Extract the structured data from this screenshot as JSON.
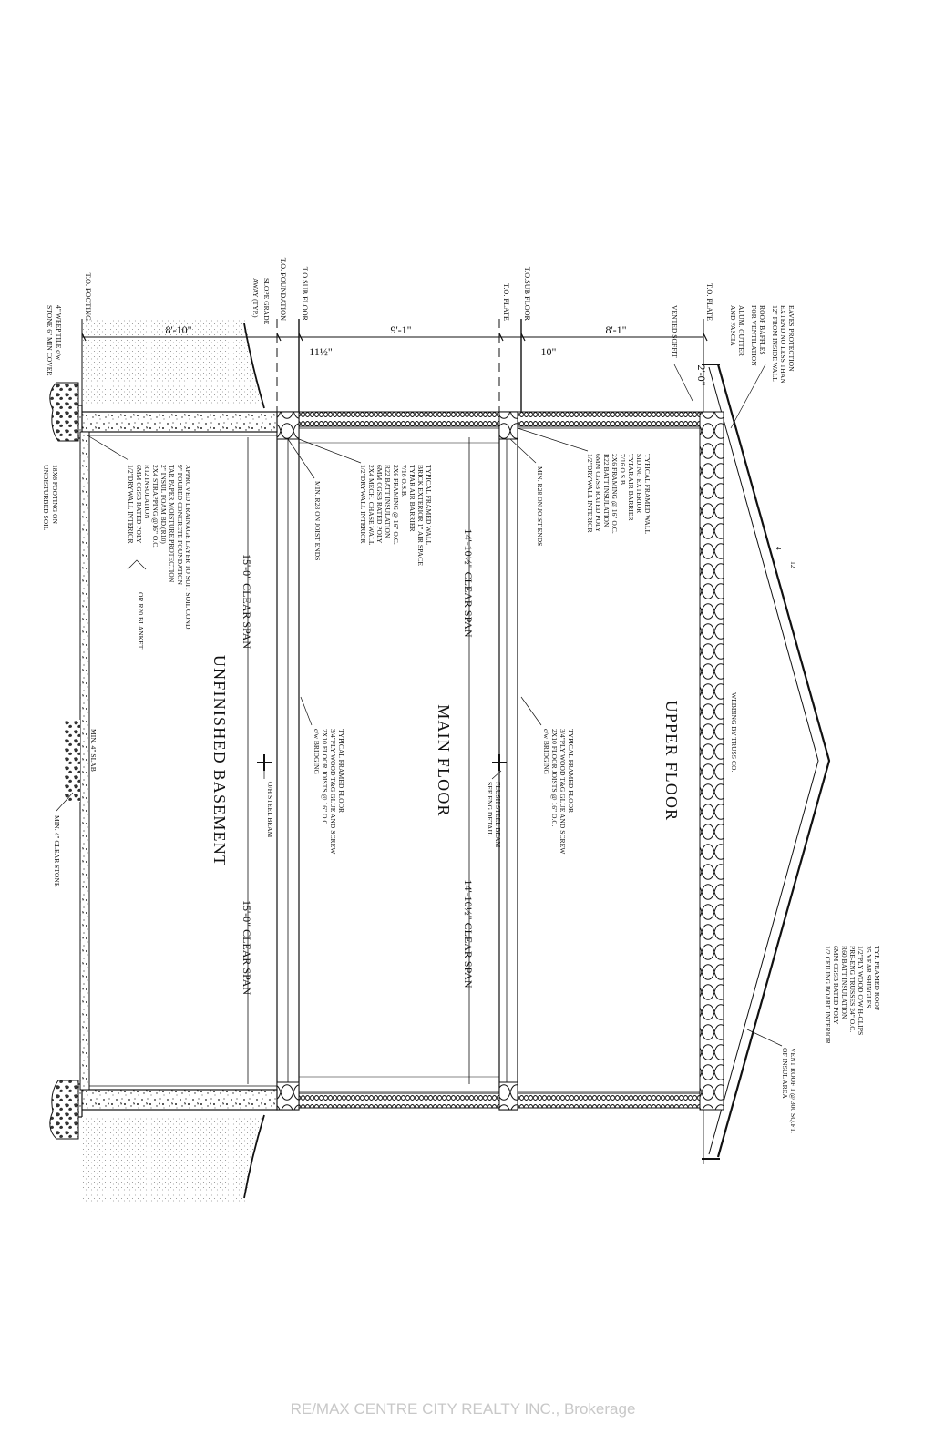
{
  "rooms": {
    "upper": "UPPER FLOOR",
    "main": "MAIN FLOOR",
    "basement": "UNFINISHED BASEMENT"
  },
  "levels": {
    "plate_top": "T.O. PLATE",
    "subfloor_upper": "T.O.SUB FLOOR",
    "plate_main": "T.O. PLATE",
    "subfloor_main": "T.O.SUB FLOOR",
    "foundation": "T.O. FOUNDATION",
    "footing": "T.O. FOOTING"
  },
  "dimensions": {
    "upper_height": "8'-1\"",
    "joist_upper": "10\"",
    "main_height": "9'-1\"",
    "joist_main": "11½\"",
    "basement_height": "8'-10\"",
    "overhang": "2'-0\"",
    "main_span_left": "14'-10½\" CLEAR SPAN",
    "main_span_right": "14'-10½\" CLEAR SPAN",
    "base_span_left": "15'-0\" CLEAR SPAN",
    "base_span_right": "15'-0\" CLEAR SPAN",
    "pitch_rise": "4",
    "pitch_run": "12"
  },
  "notes": {
    "eaves": [
      "EAVES PROTECTION",
      "EXTEND NO LESS THAN",
      "12\" FROM INSIDE WALL"
    ],
    "baffles": [
      "ROOF BAFFLES",
      "FOR VENTILATION"
    ],
    "gutter": [
      "ALUM. GUTTER",
      "AND FASCIA"
    ],
    "soffit": "VENTED SOFFIT",
    "upper_wall": [
      "TYPICAL FRAMED WALL",
      "SIDING EXTERIOR",
      "TYPAR AIR BARRIER",
      "7/16 O.S.B.",
      "2X6 FRAMING @ 16\" O.C.",
      "R22 BATT INSULATION",
      "6MM CGSB RATED POLY",
      "1/2\"DRYWALL INTERIOR"
    ],
    "r28_upper": "MIN. R28 ON JOIST ENDS",
    "main_wall": [
      "TYPICAL FRAMED WALL",
      "BRICK EXTERIOR 1\" AIR SPACE",
      "TYPAR AIR BARRIER",
      "7/16 O.S.B.",
      "2X6 FRAMING @ 16\" O.C.",
      "R22 BATT INSULATION",
      "6MM CGSB RATED POLY",
      "2X4 MECH. CHASE WALL",
      "1/2\"DRYWALL INTERIOR"
    ],
    "r28_main": "MIN. R28 ON JOIST ENDS",
    "foundation": [
      "APPROVED DRAINAGE LAYER TO SUIT SOIL COND.",
      "9\" POURED CONCRETE FOUNDATION",
      "TAR PAPER MOISTURE PROTECTION",
      "2\" INSUL FOAM BD.(R10)",
      "2X4 STRAPPING @16\" O.C.",
      "R12 INSULATION",
      "6MM CGSB RATED POLY",
      "1/2\"DRYWALL INTERIOR"
    ],
    "r20": "OR R20 BLANKET",
    "slope": [
      "SLOPE GRADE",
      "AWAY (TYP.)"
    ],
    "weep": [
      "4\" WEEP TILE c/w",
      "STONE 6\" MIN COVER"
    ],
    "footing": [
      "18X6 FOOTING ON",
      "UNDISTURBED SOIL"
    ],
    "truss": "WEBBING BY TRUSS CO.",
    "upper_floor": [
      "TYPICAL FRAMED FLOOR",
      "3/4\"PLY WOOD T&G GLUE AND SCREW",
      "2X10 FLOOR JOISTS @ 16\" O.C.",
      "c/w BRIDGING"
    ],
    "beam_flush": [
      "FLUSH STEEL BEAM",
      "SEE ENG DETAIL"
    ],
    "main_floor": [
      "TYPICAL FRAMED FLOOR",
      "3/4\"PLY WOOD T&G GLUE AND SCREW",
      "2X10 FLOOR JOISTS @ 16\" O.C.",
      "c/w BRIDGING"
    ],
    "steel_beam": "O/H STEEL BEAM",
    "slab": "MIN. 4\" SLAB",
    "clear_stone": "MIN. 4\" CLEAR STONE",
    "roof": [
      "TYP. FRAMED ROOF",
      "35 YEAR SHINGLES",
      "1/2\"PLY WOOD C/W H-CLIPS",
      "PRE-ENG TRUSSES 24\" O.C.",
      "R60 BATT INSULATION",
      "6MM CGSB RATED POLY",
      "1/2 CEILING BOARD INTERIOR"
    ],
    "vent": [
      "VENT ROOF 1 @ 300 SQ.FT.",
      "OF INSUL AREA"
    ]
  },
  "watermark": "RE/MAX CENTRE CITY REALTY INC., Brokerage"
}
